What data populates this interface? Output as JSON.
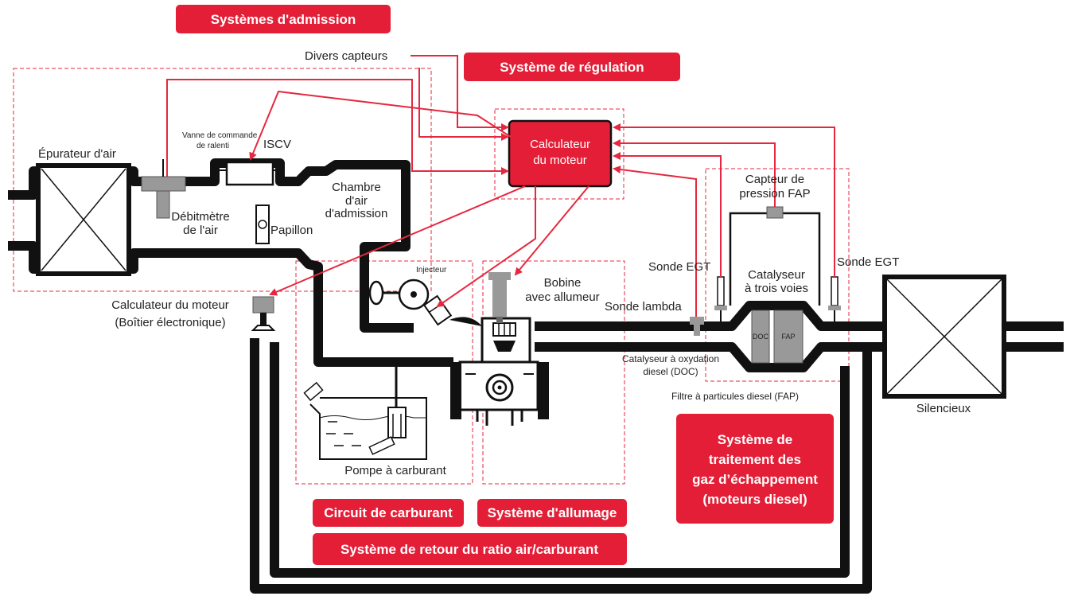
{
  "colors": {
    "accent": "#e31e36",
    "pipe": "#111111",
    "sensor": "#999999"
  },
  "badges": {
    "intake": "Systèmes d'admission",
    "control": "Système de régulation",
    "fuel": "Circuit de carburant",
    "ignition": "Système d'allumage",
    "feedback": "Système de retour du ratio air/carburant",
    "exhaust_1": "Système de",
    "exhaust_2": "traitement des",
    "exhaust_3": "gaz d’échappement",
    "exhaust_4": "(moteurs diesel)"
  },
  "ecu": {
    "line1": "Calculateur",
    "line2": "du moteur"
  },
  "labels": {
    "various_sensors": "Divers capteurs",
    "air_cleaner": "Épurateur d'air",
    "idle_valve_1": "Vanne de commande",
    "idle_valve_2": "de ralenti",
    "iscv": "ISCV",
    "air_chamber_1": "Chambre",
    "air_chamber_2": "d'air",
    "air_chamber_3": "d'admission",
    "airflow_1": "Débitmètre",
    "airflow_2": "de l'air",
    "throttle": "Papillon",
    "injector": "Injecteur",
    "coil_1": "Bobine",
    "coil_2": "avec allumeur",
    "ecu_box_1": "Calculateur du moteur",
    "ecu_box_2": "(Boîtier électronique)",
    "fuel_pump": "Pompe à carburant",
    "egt_left": "Sonde EGT",
    "egt_right": "Sonde EGT",
    "lambda": "Sonde lambda",
    "dpf_pressure_1": "Capteur de",
    "dpf_pressure_2": "pression FAP",
    "catalyst_1": "Catalyseur",
    "catalyst_2": "à trois voies",
    "doc_full_1": "Catalyseur à oxydation",
    "doc_full_2": "diesel (DOC)",
    "dpf_full": "Filtre à particules diesel (FAP)",
    "doc": "DOC",
    "fap": "FAP",
    "muffler": "Silencieux"
  }
}
